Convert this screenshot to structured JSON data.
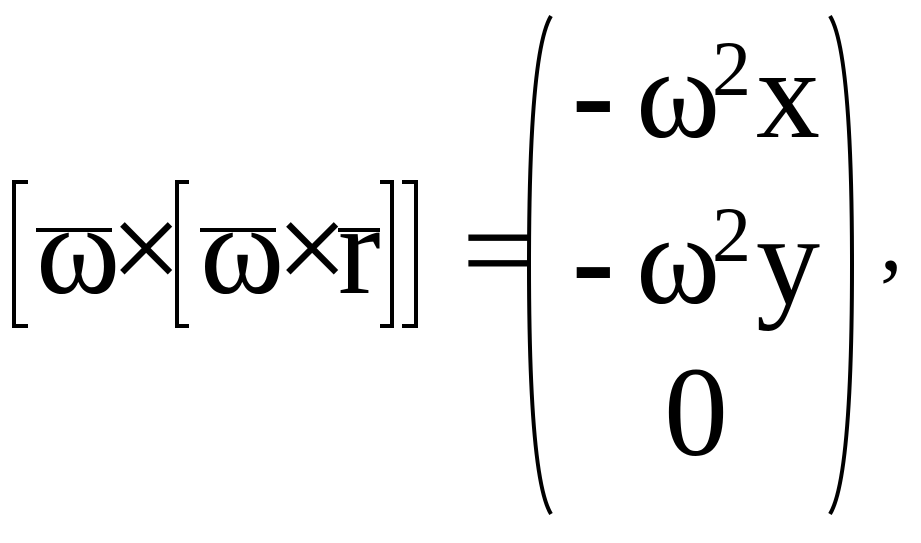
{
  "formula": {
    "lhs": {
      "omega_outer": "ω",
      "times_1": "×",
      "omega_inner": "ω",
      "times_2": "×",
      "r": "r"
    },
    "equals": "=",
    "matrix": [
      {
        "sign": "-",
        "symbol": "ω",
        "exponent": "2",
        "var": "x"
      },
      {
        "sign": "-",
        "symbol": "ω",
        "exponent": "2",
        "var": "y"
      },
      {
        "value": "0"
      }
    ],
    "comma": ","
  }
}
